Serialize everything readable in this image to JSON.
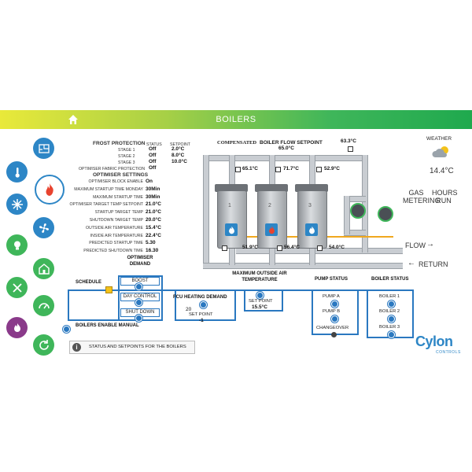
{
  "header": {
    "title": "BOILERS"
  },
  "frost": {
    "title": "FROST PROTECTION",
    "status_hdr": "STATUS",
    "setpoint_hdr": "SETPOINT",
    "rows": [
      {
        "label": "STAGE 1",
        "status": "Off",
        "setpoint": "2.0°C"
      },
      {
        "label": "STAGE 2",
        "status": "Off",
        "setpoint": "8.0°C"
      },
      {
        "label": "STAGE 3",
        "status": "Off",
        "setpoint": "10.0°C"
      }
    ],
    "fabric_label": "OPTIMISER FABRIC PROTECTION",
    "fabric_status": "Off"
  },
  "optimiser": {
    "title": "OPTIMISER SETTINGS",
    "rows": [
      {
        "label": "OPTIMISER BLOCK ENABLE",
        "value": "On"
      },
      {
        "label": "MAXIMUM STARTUP TIME MONDAY",
        "value": "30Min"
      },
      {
        "label": "MAXIMUM STARTUP TIME",
        "value": "30Min"
      },
      {
        "label": "OPTIMISER TARGET TEMP SETPOINT",
        "value": "21.0°C"
      },
      {
        "label": "STARTUP TARGET TEMP",
        "value": "21.0°C"
      },
      {
        "label": "SHUTDOWN TARGET TEMP",
        "value": "20.0°C"
      },
      {
        "label": "OUTSIDE AIR TEMPERATURE",
        "value": "15.4°C"
      },
      {
        "label": "INSIDE AIR TEMPERATURE",
        "value": "22.4°C"
      },
      {
        "label": "PREDICTED STARTUP TIME",
        "value": "5.30"
      },
      {
        "label": "PREDICTED SHUTDOWN TIME",
        "value": "16.30"
      }
    ]
  },
  "plant": {
    "compensated_label": "COMPENSATED",
    "flow_setpoint_label": "BOILER FLOW SETPOINT",
    "flow_setpoint": "65.0°C",
    "header_temp": "63.3°C",
    "flow_temps": [
      "65.1°C",
      "71.7°C",
      "52.9°C"
    ],
    "return_temps": [
      "51.9°C",
      "56.4°C",
      "54.0°C"
    ],
    "boiler_numbers": [
      "1",
      "2",
      "3"
    ],
    "flow_label": "FLOW",
    "return_label": "RETURN",
    "gas_metering": "GAS METERING",
    "hours_run": "HOURS RUN"
  },
  "weather": {
    "label": "WEATHER",
    "temp": "14.4°C"
  },
  "controls": {
    "schedule": "SCHEDULE",
    "optimiser_demand": "OPTIMISER DEMAND",
    "boost": "BOOST",
    "day_control": "DAY CONTROL",
    "shut_down": "SHUT DOWN",
    "boilers_enable_manual": "BOILERS ENABLE MANUAL",
    "fcu_heating_demand": "FCU HEATING DEMAND",
    "fcu_value": "20",
    "set_point_label": "SET POINT",
    "fcu_setpoint": "-1",
    "max_outside_air": "MAXIMUM OUTSIDE AIR TEMPERATURE",
    "oat_setpoint": "15.5°C",
    "pump_status": "PUMP STATUS",
    "pump_a": "PUMP A",
    "pump_b": "PUMP B",
    "changeover": "CHANGEOVER",
    "boiler_status": "BOILER STATUS",
    "boiler_1": "BOILER 1",
    "boiler_2": "BOILER 2",
    "boiler_3": "BOILER 3"
  },
  "info": {
    "text": "STATUS AND SETPOINTS FOR THE BOILERS"
  },
  "brand": {
    "name": "Cylon",
    "sub": "CONTROLS"
  },
  "colors": {
    "accent_blue": "#2a78c0",
    "header_green": "#3fb65a"
  }
}
